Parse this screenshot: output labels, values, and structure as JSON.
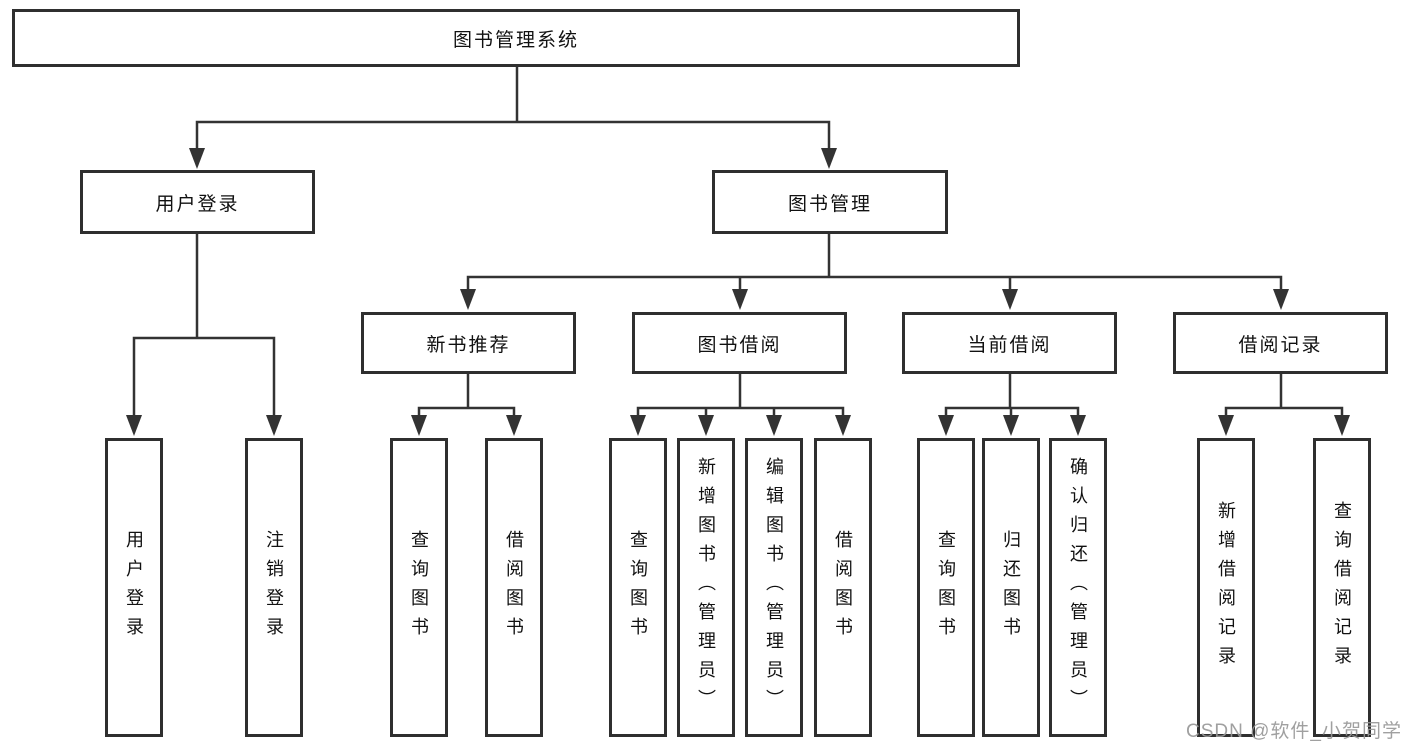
{
  "diagram": {
    "title": "图书管理系统",
    "nodes": {
      "root": {
        "label": "图书管理系统"
      },
      "ulogin": {
        "label": "用户登录"
      },
      "bmgmt": {
        "label": "图书管理"
      },
      "rec": {
        "label": "新书推荐"
      },
      "borrow": {
        "label": "图书借阅"
      },
      "current": {
        "label": "当前借阅"
      },
      "records": {
        "label": "借阅记录"
      }
    },
    "leaves": [
      {
        "label": "用户登录"
      },
      {
        "label": "注销登录"
      },
      {
        "label": "查询图书"
      },
      {
        "label": "借阅图书"
      },
      {
        "label": "查询图书"
      },
      {
        "label": "新增图书（管理员）"
      },
      {
        "label": "编辑图书（管理员）"
      },
      {
        "label": "借阅图书"
      },
      {
        "label": "查询图书"
      },
      {
        "label": "归还图书"
      },
      {
        "label": "确认归还（管理员）"
      },
      {
        "label": "新增借阅记录"
      },
      {
        "label": "查询借阅记录"
      }
    ],
    "hierarchy": [
      {
        "parent": "图书管理系统",
        "children": [
          "用户登录",
          "图书管理"
        ]
      },
      {
        "parent": "用户登录",
        "children": [
          "用户登录",
          "注销登录"
        ]
      },
      {
        "parent": "图书管理",
        "children": [
          "新书推荐",
          "图书借阅",
          "当前借阅",
          "借阅记录"
        ]
      },
      {
        "parent": "新书推荐",
        "children": [
          "查询图书",
          "借阅图书"
        ]
      },
      {
        "parent": "图书借阅",
        "children": [
          "查询图书",
          "新增图书（管理员）",
          "编辑图书（管理员）",
          "借阅图书"
        ]
      },
      {
        "parent": "当前借阅",
        "children": [
          "查询图书",
          "归还图书",
          "确认归还（管理员）"
        ]
      },
      {
        "parent": "借阅记录",
        "children": [
          "新增借阅记录",
          "查询借阅记录"
        ]
      }
    ],
    "colors": {
      "background": "#ffffff",
      "box_border": "#2f2f2f",
      "line": "#333333",
      "text": "#111111",
      "watermark": "#989898"
    },
    "watermark": "CSDN @软件_小贺同学"
  }
}
